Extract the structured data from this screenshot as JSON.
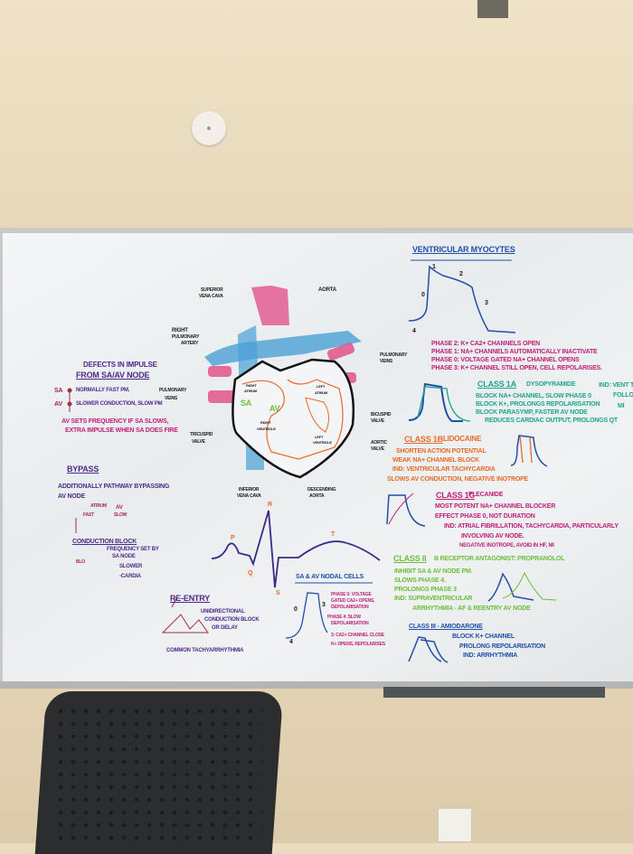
{
  "colors": {
    "wall": "#e6d7b8",
    "board": "#eef0f1",
    "black": "#1a1a1a",
    "purple": "#4b2a8c",
    "magenta": "#c0207a",
    "teal": "#1fa58a",
    "orange": "#e86a2a",
    "green": "#6cbf3c",
    "blue": "#1f4fa8"
  },
  "ventricular": {
    "title": "Ventricular myocytes",
    "phase_labels": [
      "1",
      "2",
      "0",
      "3",
      "4"
    ],
    "lines": [
      "Phase 2: K+ Ca2+ channels open",
      "Phase 1: Na+ channels automatically inactivate",
      "Phase 0: Voltage gated Na+ channel opens",
      "Phase 3: K+ channel still open, cell repolarises."
    ]
  },
  "class1a": {
    "title": "Class 1a",
    "drug": "Dysopyramide",
    "lines": [
      "Block Na+ channel, slow phase 0",
      "Block K+, prolongs repolarisation",
      "Block parasymp, faster AV node",
      "Reduces cardiac output, prolongs QT"
    ],
    "ind": [
      "Ind: Vent T",
      "Follow",
      "MI"
    ]
  },
  "class1b": {
    "title": "Class 1b",
    "drug": "Lidocaine",
    "lines": [
      "Shorten action potential",
      "Weak Na+ channel block",
      "Ind: ventricular tachycardia",
      "Slows AV conduction, negative inotrope"
    ]
  },
  "class1c": {
    "title": "Class 1c",
    "drug": "Flecanide",
    "lines": [
      "Most potent Na+ channel blocker",
      "Effect phase 0, not duration",
      "Ind: atrial fibrillation, tachycardia, particularly",
      "involving AV node.",
      "Negative inotrope, avoid in HF, MI"
    ]
  },
  "class2": {
    "title": "Class II",
    "drug": "B receptor antagonist: propranolol",
    "lines": [
      "Inhibit SA & AV node PM.",
      "Slows phase 4.",
      "Prolongs phase 3",
      "Ind: supraventricular",
      "arrhythmia - AF & reentry AV node"
    ]
  },
  "class3": {
    "title": "Class III - Amiodarone",
    "lines": [
      "Block K+ channel",
      "Prolong repolarisation",
      "Ind: arrhythmia"
    ]
  },
  "defects": {
    "title_1": "Defects in impulse",
    "title_2": "from SA/AV node",
    "sa": "SA",
    "av": "AV",
    "sa_text": "Normally fast PM.",
    "av_text": "Slower conduction, slow PM",
    "note_1": "AV sets frequency if SA slows,",
    "note_2": "extra impulse when SA does fire"
  },
  "bypass": {
    "title": "Bypass",
    "line_1": "Additionally pathway bypassing",
    "line_2": "AV node",
    "atrium": "Atrium",
    "fast": "Fast",
    "av": "AV",
    "slow": "Slow"
  },
  "conduction_block": {
    "title": "Conduction block",
    "lines": [
      "Frequency set by",
      "SA node",
      "Slower",
      "-cardia"
    ],
    "blo": "Blo"
  },
  "reentry": {
    "title": "Re-entry",
    "lines": [
      "Unidirectional",
      "conduction block",
      "or delay"
    ],
    "footer": "Common tachyarrhythmia"
  },
  "heart": {
    "labels": {
      "svc": [
        "Superior",
        "vena cava"
      ],
      "aorta": "Aorta",
      "rpa": [
        "Right",
        "pulmonary",
        "artery"
      ],
      "pv_left": [
        "Pulmonary",
        "veins"
      ],
      "pv_right": [
        "Pulmonary",
        "veins"
      ],
      "ra": [
        "Right",
        "atrium"
      ],
      "la": [
        "Left",
        "atrium"
      ],
      "rv": [
        "Right",
        "ventricle"
      ],
      "lv": [
        "Left",
        "ventricle"
      ],
      "sa": "SA",
      "av": "AV",
      "tricuspid": [
        "Tricuspid",
        "valve"
      ],
      "bicuspid": [
        "Bicuspid",
        "valve"
      ],
      "aortic": [
        "Aortic",
        "valve"
      ],
      "ivc": [
        "Inferior",
        "vena cava"
      ],
      "desc": [
        "Descending",
        "aorta"
      ]
    }
  },
  "ecg": {
    "p": "P",
    "q": "Q",
    "r": "R",
    "s": "S",
    "t": "T"
  },
  "nodal": {
    "title": "SA & AV nodal cells",
    "phase_labels": [
      "0",
      "3",
      "4"
    ],
    "lines": [
      "Phase 0: voltage",
      "gated Ca2+ opens,",
      "depolarisation",
      "Phase 4: slow",
      "depolarisation",
      "3: Ca2+ channel close",
      "K+ opens, repolarises"
    ]
  }
}
